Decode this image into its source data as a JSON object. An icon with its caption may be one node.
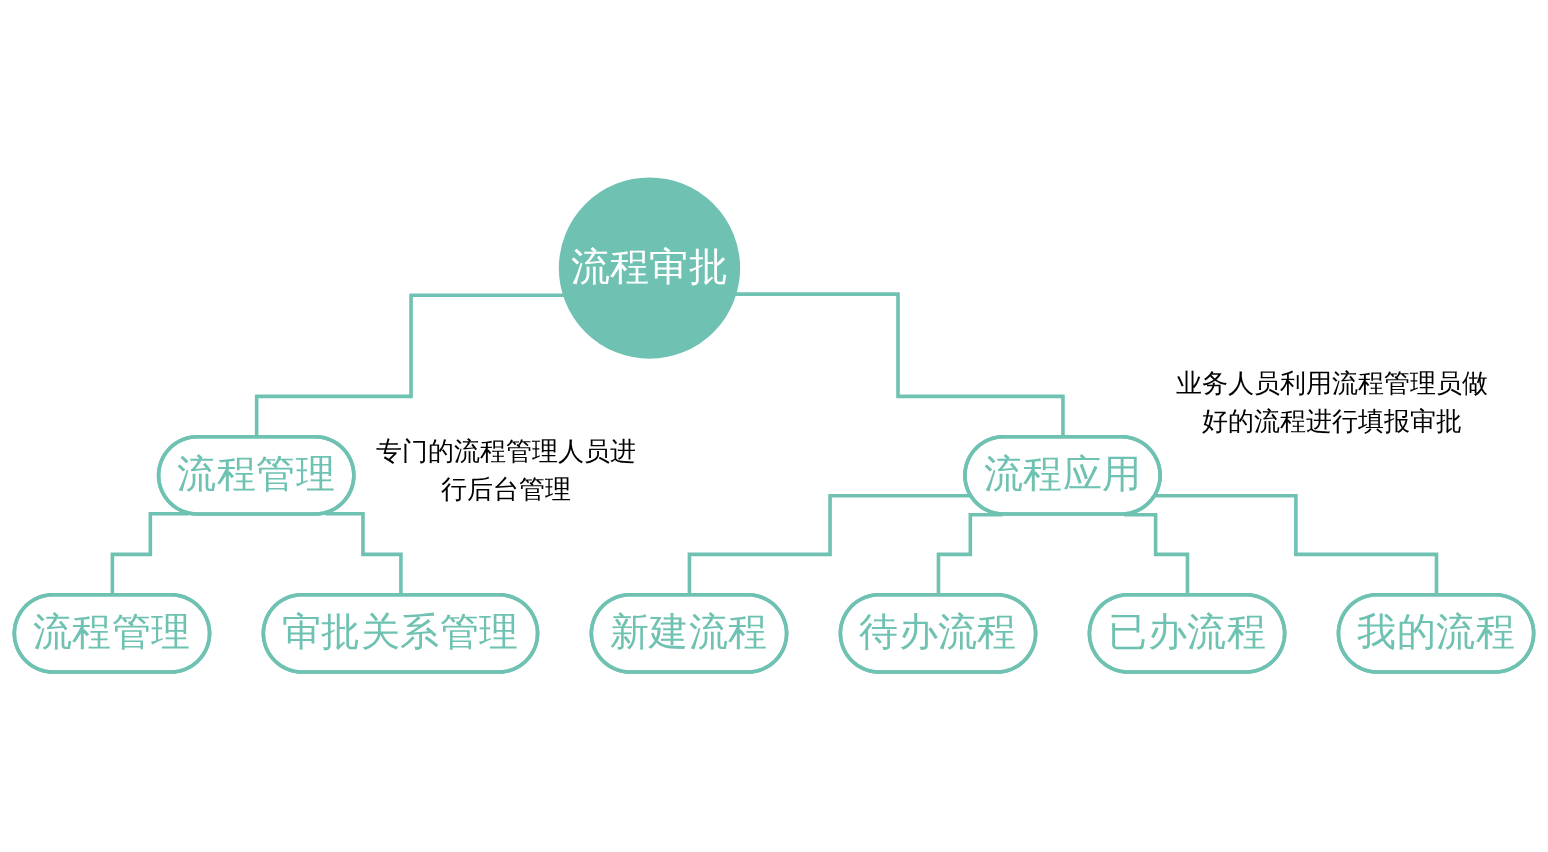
{
  "diagram": {
    "nodes": [
      {
        "text": [
          "流程审批"
        ]
      },
      {
        "text": [
          "流程管理"
        ],
        "beside": [
          "专门的流程管理人员进行后台管理"
        ]
      },
      {
        "text": [
          "流程应用"
        ],
        "beside": [
          "业务人员利用流程管理员做好的流程进行填报审批"
        ]
      },
      {
        "text": [
          "流程管理"
        ]
      },
      {
        "text": [
          "审批关系管理"
        ]
      },
      {
        "text": [
          "新建流程"
        ]
      },
      {
        "text": [
          "待办流程"
        ]
      },
      {
        "text": [
          "已办流程"
        ]
      },
      {
        "text": [
          "我的流程"
        ]
      }
    ],
    "edges": [
      {
        "from": 0,
        "to": 1,
        "arrow": "none"
      },
      {
        "from": 0,
        "to": 2,
        "arrow": "none"
      },
      {
        "from": 1,
        "to": 3,
        "arrow": "none"
      },
      {
        "from": 1,
        "to": 4,
        "arrow": "none"
      },
      {
        "from": 2,
        "to": 5,
        "arrow": "none"
      },
      {
        "from": 2,
        "to": 6,
        "arrow": "none"
      },
      {
        "from": 2,
        "to": 7,
        "arrow": "none"
      },
      {
        "from": 2,
        "to": 8,
        "arrow": "none"
      }
    ]
  }
}
